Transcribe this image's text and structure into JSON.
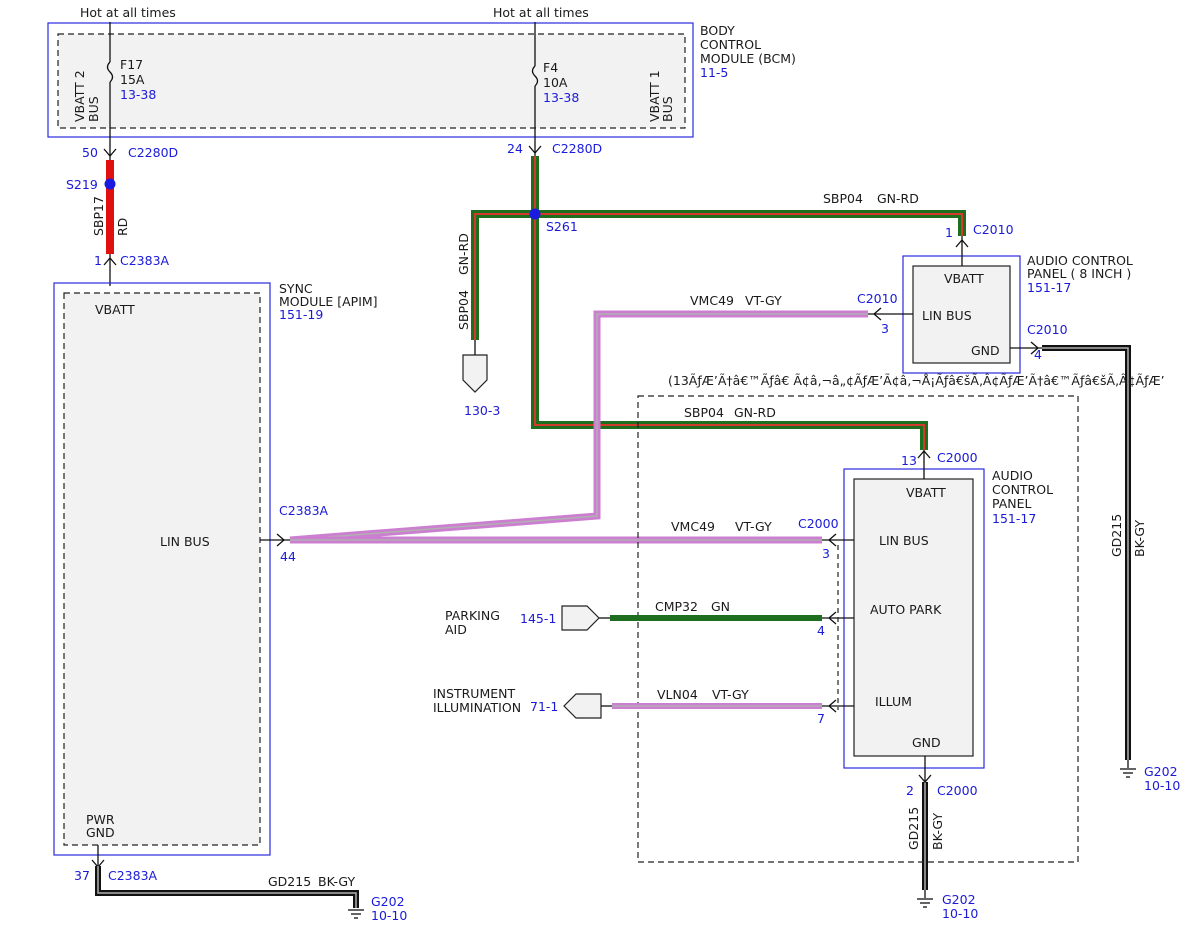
{
  "bcm": {
    "hot1": "Hot at all times",
    "hot2": "Hot at all times",
    "title1": "BODY",
    "title2": "CONTROL",
    "title3": "MODULE (BCM)",
    "ref": "11-5",
    "f17": "F17",
    "f17_amp": "15A",
    "f17_ref": "13-38",
    "f4": "F4",
    "f4_amp": "10A",
    "f4_ref": "13-38",
    "vbatt2_a": "VBATT 2",
    "vbatt2_b": "BUS",
    "vbatt1_a": "VBATT 1",
    "vbatt1_b": "BUS",
    "pin50": "50",
    "pin24": "24",
    "conn_a": "C2280D",
    "conn_b": "C2280D"
  },
  "splices": {
    "s219": "S219",
    "s261": "S261"
  },
  "wires": {
    "sbp17": "SBP17",
    "rd": "RD",
    "sbp04_top": "SBP04",
    "gnrd_top": "GN-RD",
    "sbp04_left": "SBP04",
    "gnrd_left": "GN-RD",
    "vmc49_top": "VMC49",
    "vtgy_top": "VT-GY",
    "sbp04_mid": "SBP04",
    "gnrd_mid": "GN-RD",
    "vmc49_mid": "VMC49",
    "vtgy_mid": "VT-GY",
    "cmp32": "CMP32",
    "gn": "GN",
    "vln04": "VLN04",
    "vtgy_low": "VT-GY",
    "gd215_bot": "GD215",
    "bkgy_bot": "BK-GY",
    "gd215_right": "GD215",
    "bkgy_right": "BK-GY",
    "gd215_mid": "GD215",
    "bkgy_mid": "BK-GY"
  },
  "ref_130": "130-3",
  "sync": {
    "pin1": "1",
    "conn_top": "C2383A",
    "title1": "SYNC",
    "title2": "MODULE [APIM]",
    "ref": "151-19",
    "vbatt": "VBATT",
    "linbus": "LIN BUS",
    "conn_mid": "C2383A",
    "pin44": "44",
    "pwr": "PWR",
    "gnd": "GND",
    "pin37": "37",
    "conn_bot": "C2383A"
  },
  "acp8": {
    "pin1": "1",
    "conn_top": "C2010",
    "title1": "AUDIO CONTROL",
    "title2": "PANEL  ( 8 INCH )",
    "ref": "151-17",
    "vbatt": "VBATT",
    "conn_lin": "C2010",
    "pin3": "3",
    "linbus": "LIN BUS",
    "gnd": "GND",
    "conn_gnd": "C2010",
    "pin4": "4"
  },
  "garbled": "(13ÃƒÆ’Ã†â€™Ãƒâ€ Ã¢â‚¬â„¢ÃƒÆ’Ã¢â‚¬Å¡Ãƒâ€šÃ‚Â¢ÃƒÆ’Ã†â€™Ãƒâ€šÃ‚Â¢ÃƒÆ’",
  "acp": {
    "pin13": "13",
    "conn_top": "C2000",
    "title1": "AUDIO",
    "title2": "CONTROL",
    "title3": "PANEL",
    "ref": "151-17",
    "vbatt": "VBATT",
    "conn_lin": "C2000",
    "pin3": "3",
    "linbus": "LIN BUS",
    "autopark": "AUTO PARK",
    "pin4": "4",
    "illum": "ILLUM",
    "pin7": "7",
    "gnd": "GND",
    "pin2": "2",
    "conn_gnd": "C2000"
  },
  "parking": {
    "label1": "PARKING",
    "label2": "AID",
    "ref": "145-1"
  },
  "instrument": {
    "label1": "INSTRUMENT",
    "label2": "ILLUMINATION",
    "ref": "71-1"
  },
  "grounds": {
    "g_left": "G202",
    "g_left_ref": "10-10",
    "g_mid": "G202",
    "g_mid_ref": "10-10",
    "g_right": "G202",
    "g_right_ref": "10-10"
  }
}
